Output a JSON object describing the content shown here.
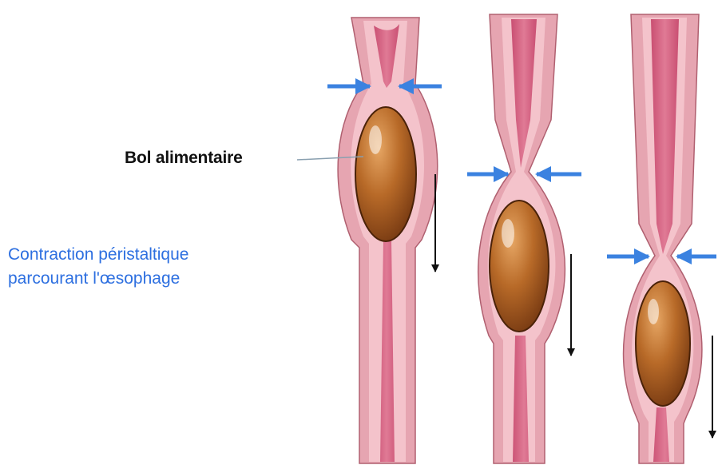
{
  "labels": {
    "bolus": "Bol alimentaire",
    "caption_line1": "Contraction péristaltique",
    "caption_line2": "parcourant l'œsophage"
  },
  "colors": {
    "tube_outer": "#e6a5b1",
    "tube_wall": "#f4c3cb",
    "lumen": "#d76583",
    "bolus": "#b86a28",
    "bolus_dark": "#7a3a12",
    "squeeze_arrow": "#3b82e0",
    "motion_arrow": "#111111",
    "caption": "#2d6fe0"
  },
  "stages": [
    {
      "id": "stage-1",
      "icon": "esophagus-segment"
    },
    {
      "id": "stage-2",
      "icon": "esophagus-segment"
    },
    {
      "id": "stage-3",
      "icon": "esophagus-segment"
    }
  ]
}
